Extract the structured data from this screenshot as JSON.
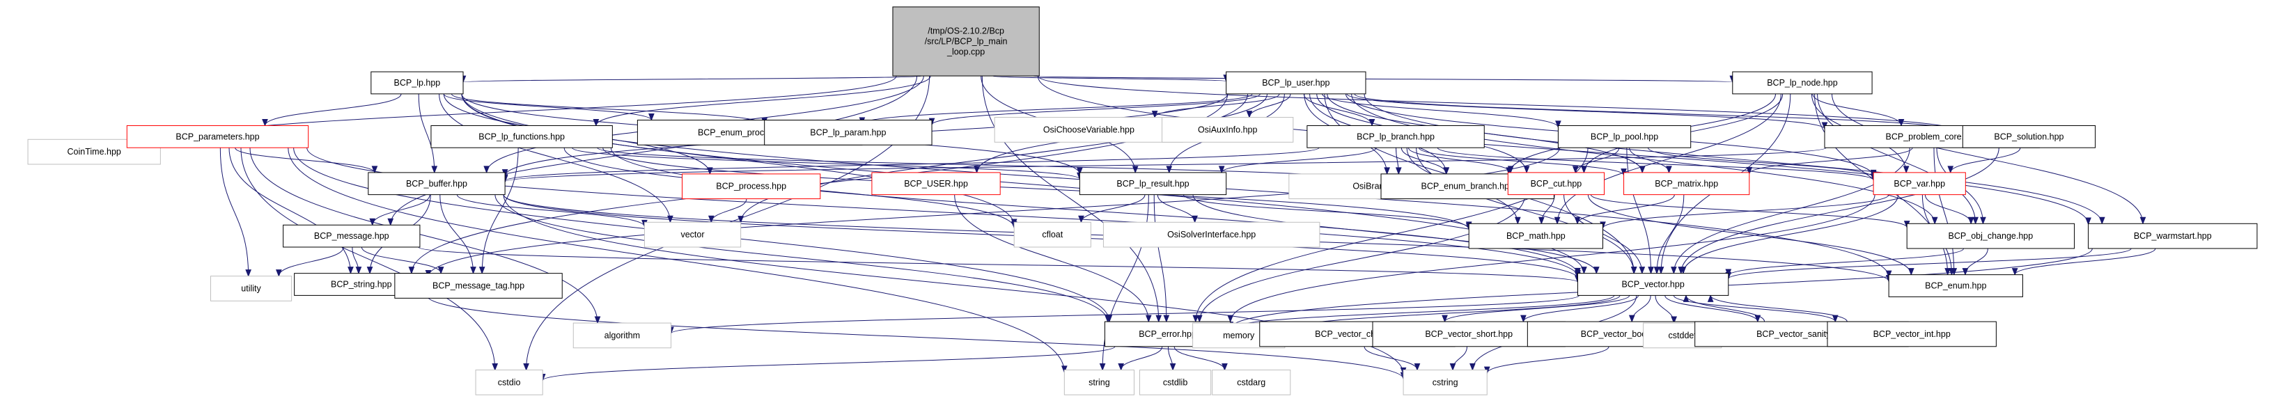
{
  "colors": {
    "edge": "#191970",
    "root_fill": "#bfbfbf",
    "doc_border": "#000000",
    "warn_border": "#ff0000",
    "sys_border": "#bfbfbf"
  },
  "nodes": [
    {
      "id": "root",
      "lines": [
        "/tmp/OS-2.10.2/Bcp",
        "/src/LP/BCP_lp_main",
        "_loop.cpp"
      ],
      "kind": "root"
    },
    {
      "id": "cointime",
      "lines": [
        "CoinTime.hpp"
      ],
      "kind": "sys"
    },
    {
      "id": "bcp_lp",
      "lines": [
        "BCP_lp.hpp"
      ],
      "kind": "doc"
    },
    {
      "id": "bcp_lp_user",
      "lines": [
        "BCP_lp_user.hpp"
      ],
      "kind": "doc"
    },
    {
      "id": "bcp_lp_node",
      "lines": [
        "BCP_lp_node.hpp"
      ],
      "kind": "doc"
    },
    {
      "id": "bcp_parameters",
      "lines": [
        "BCP_parameters.hpp"
      ],
      "kind": "warn"
    },
    {
      "id": "bcp_lp_functions",
      "lines": [
        "BCP_lp_functions.hpp"
      ],
      "kind": "doc"
    },
    {
      "id": "bcp_enum_process_t",
      "lines": [
        "BCP_enum_process_t.hpp"
      ],
      "kind": "doc"
    },
    {
      "id": "bcp_lp_param",
      "lines": [
        "BCP_lp_param.hpp"
      ],
      "kind": "doc"
    },
    {
      "id": "osichoosevariable",
      "lines": [
        "OsiChooseVariable.hpp"
      ],
      "kind": "sys"
    },
    {
      "id": "osiauxinfo",
      "lines": [
        "OsiAuxInfo.hpp"
      ],
      "kind": "sys"
    },
    {
      "id": "bcp_lp_branch",
      "lines": [
        "BCP_lp_branch.hpp"
      ],
      "kind": "doc"
    },
    {
      "id": "bcp_lp_pool",
      "lines": [
        "BCP_lp_pool.hpp"
      ],
      "kind": "doc"
    },
    {
      "id": "bcp_problem_core",
      "lines": [
        "BCP_problem_core.hpp"
      ],
      "kind": "doc"
    },
    {
      "id": "bcp_solution",
      "lines": [
        "BCP_solution.hpp"
      ],
      "kind": "doc"
    },
    {
      "id": "bcp_buffer",
      "lines": [
        "BCP_buffer.hpp"
      ],
      "kind": "doc"
    },
    {
      "id": "bcp_process",
      "lines": [
        "BCP_process.hpp"
      ],
      "kind": "warn"
    },
    {
      "id": "bcp_user",
      "lines": [
        "BCP_USER.hpp"
      ],
      "kind": "warn"
    },
    {
      "id": "bcp_lp_result",
      "lines": [
        "BCP_lp_result.hpp"
      ],
      "kind": "doc"
    },
    {
      "id": "osibranchingobject",
      "lines": [
        "OsiBranchingObject.hpp"
      ],
      "kind": "sys"
    },
    {
      "id": "bcp_enum_branch",
      "lines": [
        "BCP_enum_branch.hpp"
      ],
      "kind": "doc"
    },
    {
      "id": "bcp_cut",
      "lines": [
        "BCP_cut.hpp"
      ],
      "kind": "warn"
    },
    {
      "id": "bcp_matrix",
      "lines": [
        "BCP_matrix.hpp"
      ],
      "kind": "warn"
    },
    {
      "id": "bcp_var",
      "lines": [
        "BCP_var.hpp"
      ],
      "kind": "warn"
    },
    {
      "id": "bcp_message",
      "lines": [
        "BCP_message.hpp"
      ],
      "kind": "doc"
    },
    {
      "id": "vector",
      "lines": [
        "vector"
      ],
      "kind": "sys"
    },
    {
      "id": "cfloat",
      "lines": [
        "cfloat"
      ],
      "kind": "sys"
    },
    {
      "id": "osisolverinterface",
      "lines": [
        "OsiSolverInterface.hpp"
      ],
      "kind": "sys"
    },
    {
      "id": "bcp_math",
      "lines": [
        "BCP_math.hpp"
      ],
      "kind": "doc"
    },
    {
      "id": "bcp_obj_change",
      "lines": [
        "BCP_obj_change.hpp"
      ],
      "kind": "doc"
    },
    {
      "id": "bcp_warmstart",
      "lines": [
        "BCP_warmstart.hpp"
      ],
      "kind": "doc"
    },
    {
      "id": "utility",
      "lines": [
        "utility"
      ],
      "kind": "sys"
    },
    {
      "id": "bcp_string",
      "lines": [
        "BCP_string.hpp"
      ],
      "kind": "doc"
    },
    {
      "id": "bcp_message_tag",
      "lines": [
        "BCP_message_tag.hpp"
      ],
      "kind": "doc"
    },
    {
      "id": "bcp_vector",
      "lines": [
        "BCP_vector.hpp"
      ],
      "kind": "doc"
    },
    {
      "id": "bcp_enum",
      "lines": [
        "BCP_enum.hpp"
      ],
      "kind": "doc"
    },
    {
      "id": "algorithm",
      "lines": [
        "algorithm"
      ],
      "kind": "sys"
    },
    {
      "id": "bcp_error",
      "lines": [
        "BCP_error.hpp"
      ],
      "kind": "doc"
    },
    {
      "id": "memory",
      "lines": [
        "memory"
      ],
      "kind": "sys"
    },
    {
      "id": "bcp_vector_char",
      "lines": [
        "BCP_vector_char.hpp"
      ],
      "kind": "doc"
    },
    {
      "id": "bcp_vector_short",
      "lines": [
        "BCP_vector_short.hpp"
      ],
      "kind": "doc"
    },
    {
      "id": "bcp_vector_bool",
      "lines": [
        "BCP_vector_bool.hpp"
      ],
      "kind": "doc"
    },
    {
      "id": "cstddef",
      "lines": [
        "cstddef"
      ],
      "kind": "sys"
    },
    {
      "id": "bcp_vector_sanity",
      "lines": [
        "BCP_vector_sanity.hpp"
      ],
      "kind": "doc"
    },
    {
      "id": "bcp_vector_int",
      "lines": [
        "BCP_vector_int.hpp"
      ],
      "kind": "doc"
    },
    {
      "id": "cstdio",
      "lines": [
        "cstdio"
      ],
      "kind": "sys"
    },
    {
      "id": "string",
      "lines": [
        "string"
      ],
      "kind": "sys"
    },
    {
      "id": "cstdlib",
      "lines": [
        "cstdlib"
      ],
      "kind": "sys"
    },
    {
      "id": "cstdarg",
      "lines": [
        "cstdarg"
      ],
      "kind": "sys"
    },
    {
      "id": "cstring",
      "lines": [
        "cstring"
      ],
      "kind": "sys"
    }
  ],
  "edges": [
    [
      "root",
      "cointime"
    ],
    [
      "root",
      "bcp_lp"
    ],
    [
      "root",
      "bcp_lp_user"
    ],
    [
      "root",
      "bcp_lp_node"
    ],
    [
      "root",
      "bcp_lp_functions"
    ],
    [
      "root",
      "bcp_buffer"
    ],
    [
      "root",
      "bcp_message"
    ],
    [
      "root",
      "cstdio"
    ],
    [
      "root",
      "bcp_error"
    ],
    [
      "root",
      "bcp_solution"
    ],
    [
      "root",
      "bcp_warmstart"
    ],
    [
      "root",
      "bcp_lp_result"
    ],
    [
      "bcp_lp",
      "bcp_parameters"
    ],
    [
      "bcp_lp",
      "bcp_enum_process_t"
    ],
    [
      "bcp_lp",
      "bcp_lp_param"
    ],
    [
      "bcp_lp",
      "bcp_buffer"
    ],
    [
      "bcp_lp",
      "bcp_process"
    ],
    [
      "bcp_lp",
      "vector"
    ],
    [
      "bcp_lp",
      "bcp_vector"
    ],
    [
      "bcp_lp",
      "bcp_enum"
    ],
    [
      "bcp_lp",
      "bcp_lp_result"
    ],
    [
      "bcp_lp",
      "cfloat"
    ],
    [
      "bcp_lp_user",
      "bcp_enum_process_t"
    ],
    [
      "bcp_lp_user",
      "bcp_lp_param"
    ],
    [
      "bcp_lp_user",
      "osichoosevariable"
    ],
    [
      "bcp_lp_user",
      "osiauxinfo"
    ],
    [
      "bcp_lp_user",
      "bcp_lp_branch"
    ],
    [
      "bcp_lp_user",
      "bcp_lp_pool"
    ],
    [
      "bcp_lp_user",
      "bcp_problem_core"
    ],
    [
      "bcp_lp_user",
      "bcp_solution"
    ],
    [
      "bcp_lp_user",
      "bcp_user"
    ],
    [
      "bcp_lp_user",
      "bcp_lp_result"
    ],
    [
      "bcp_lp_user",
      "osibranchingobject"
    ],
    [
      "bcp_lp_user",
      "bcp_enum_branch"
    ],
    [
      "bcp_lp_user",
      "bcp_cut"
    ],
    [
      "bcp_lp_user",
      "bcp_matrix"
    ],
    [
      "bcp_lp_user",
      "bcp_var"
    ],
    [
      "bcp_lp_user",
      "bcp_buffer"
    ],
    [
      "bcp_lp_user",
      "vector"
    ],
    [
      "bcp_lp_user",
      "bcp_vector"
    ],
    [
      "bcp_lp_user",
      "bcp_obj_change"
    ],
    [
      "bcp_lp_user",
      "bcp_warmstart"
    ],
    [
      "bcp_lp_user",
      "bcp_string"
    ],
    [
      "bcp_lp_node",
      "bcp_enum_branch"
    ],
    [
      "bcp_lp_node",
      "bcp_cut"
    ],
    [
      "bcp_lp_node",
      "bcp_var"
    ],
    [
      "bcp_lp_node",
      "bcp_problem_core"
    ],
    [
      "bcp_lp_node",
      "bcp_obj_change"
    ],
    [
      "bcp_lp_node",
      "bcp_warmstart"
    ],
    [
      "bcp_lp_node",
      "bcp_enum"
    ],
    [
      "bcp_lp_node",
      "bcp_vector"
    ],
    [
      "bcp_lp_node",
      "bcp_math"
    ],
    [
      "bcp_parameters",
      "bcp_buffer"
    ],
    [
      "bcp_parameters",
      "utility"
    ],
    [
      "bcp_parameters",
      "bcp_string"
    ],
    [
      "bcp_parameters",
      "algorithm"
    ],
    [
      "bcp_parameters",
      "cstdio"
    ],
    [
      "bcp_parameters",
      "string"
    ],
    [
      "bcp_parameters",
      "bcp_vector"
    ],
    [
      "bcp_parameters",
      "bcp_error"
    ],
    [
      "bcp_lp_functions",
      "bcp_message_tag"
    ],
    [
      "bcp_lp_functions",
      "bcp_vector"
    ],
    [
      "bcp_lp_functions",
      "bcp_math"
    ],
    [
      "bcp_lp_functions",
      "bcp_lp_result"
    ],
    [
      "bcp_lp_functions",
      "bcp_enum_branch"
    ],
    [
      "bcp_lp_functions",
      "cfloat"
    ],
    [
      "bcp_lp_branch",
      "bcp_lp_result"
    ],
    [
      "bcp_lp_branch",
      "osibranchingobject"
    ],
    [
      "bcp_lp_branch",
      "bcp_enum_branch"
    ],
    [
      "bcp_lp_branch",
      "bcp_cut"
    ],
    [
      "bcp_lp_branch",
      "bcp_matrix"
    ],
    [
      "bcp_lp_branch",
      "bcp_var"
    ],
    [
      "bcp_lp_branch",
      "bcp_vector"
    ],
    [
      "bcp_lp_branch",
      "bcp_math"
    ],
    [
      "bcp_lp_branch",
      "bcp_buffer"
    ],
    [
      "bcp_lp_pool",
      "bcp_cut"
    ],
    [
      "bcp_lp_pool",
      "bcp_var"
    ],
    [
      "bcp_lp_pool",
      "bcp_matrix"
    ],
    [
      "bcp_lp_pool",
      "bcp_vector"
    ],
    [
      "bcp_lp_pool",
      "bcp_error"
    ],
    [
      "bcp_lp_pool",
      "bcp_string"
    ],
    [
      "bcp_problem_core",
      "bcp_matrix"
    ],
    [
      "bcp_problem_core",
      "bcp_obj_change"
    ],
    [
      "bcp_problem_core",
      "bcp_vector"
    ],
    [
      "bcp_problem_core",
      "bcp_enum"
    ],
    [
      "bcp_problem_core",
      "bcp_buffer"
    ],
    [
      "bcp_solution",
      "bcp_var"
    ],
    [
      "bcp_solution",
      "bcp_vector"
    ],
    [
      "bcp_buffer",
      "bcp_message"
    ],
    [
      "bcp_buffer",
      "bcp_string"
    ],
    [
      "bcp_buffer",
      "bcp_message_tag"
    ],
    [
      "bcp_buffer",
      "vector"
    ],
    [
      "bcp_buffer",
      "bcp_vector"
    ],
    [
      "bcp_buffer",
      "bcp_enum"
    ],
    [
      "bcp_buffer",
      "bcp_error"
    ],
    [
      "bcp_buffer",
      "cstring"
    ],
    [
      "bcp_process",
      "vector"
    ],
    [
      "bcp_user",
      "bcp_error"
    ],
    [
      "bcp_lp_result",
      "cfloat"
    ],
    [
      "bcp_lp_result",
      "osisolverinterface"
    ],
    [
      "bcp_lp_result",
      "bcp_math"
    ],
    [
      "bcp_lp_result",
      "string"
    ],
    [
      "bcp_lp_result",
      "bcp_error"
    ],
    [
      "bcp_lp_result",
      "bcp_vector"
    ],
    [
      "bcp_cut",
      "bcp_math"
    ],
    [
      "bcp_cut",
      "bcp_vector"
    ],
    [
      "bcp_cut",
      "bcp_obj_change"
    ],
    [
      "bcp_cut",
      "bcp_enum"
    ],
    [
      "bcp_cut",
      "bcp_error"
    ],
    [
      "bcp_matrix",
      "bcp_math"
    ],
    [
      "bcp_matrix",
      "bcp_vector"
    ],
    [
      "bcp_var",
      "bcp_math"
    ],
    [
      "bcp_var",
      "bcp_obj_change"
    ],
    [
      "bcp_var",
      "bcp_vector"
    ],
    [
      "bcp_var",
      "bcp_enum"
    ],
    [
      "bcp_var",
      "bcp_error"
    ],
    [
      "bcp_message",
      "utility"
    ],
    [
      "bcp_message",
      "bcp_string"
    ],
    [
      "bcp_message",
      "bcp_message_tag"
    ],
    [
      "bcp_message",
      "bcp_vector"
    ],
    [
      "bcp_obj_change",
      "bcp_vector"
    ],
    [
      "bcp_obj_change",
      "bcp_enum"
    ],
    [
      "bcp_warmstart",
      "bcp_vector"
    ],
    [
      "bcp_warmstart",
      "bcp_enum"
    ],
    [
      "bcp_warmstart",
      "bcp_error"
    ],
    [
      "bcp_string",
      "cstring"
    ],
    [
      "bcp_vector",
      "algorithm"
    ],
    [
      "bcp_vector",
      "bcp_error"
    ],
    [
      "bcp_vector",
      "memory"
    ],
    [
      "bcp_vector",
      "bcp_vector_char"
    ],
    [
      "bcp_vector",
      "bcp_vector_short"
    ],
    [
      "bcp_vector",
      "bcp_vector_bool"
    ],
    [
      "bcp_vector",
      "cstddef"
    ],
    [
      "bcp_vector",
      "bcp_vector_sanity"
    ],
    [
      "bcp_vector",
      "bcp_vector_int"
    ],
    [
      "bcp_vector",
      "cstring"
    ],
    [
      "bcp_vector_char",
      "cstring"
    ],
    [
      "bcp_vector_short",
      "cstring"
    ],
    [
      "bcp_vector_bool",
      "cstring"
    ],
    [
      "bcp_vector_sanity",
      "bcp_vector"
    ],
    [
      "bcp_vector_int",
      "bcp_vector"
    ],
    [
      "bcp_error",
      "cstdio"
    ],
    [
      "bcp_error",
      "string"
    ],
    [
      "bcp_error",
      "cstdlib"
    ],
    [
      "bcp_error",
      "cstdarg"
    ]
  ]
}
